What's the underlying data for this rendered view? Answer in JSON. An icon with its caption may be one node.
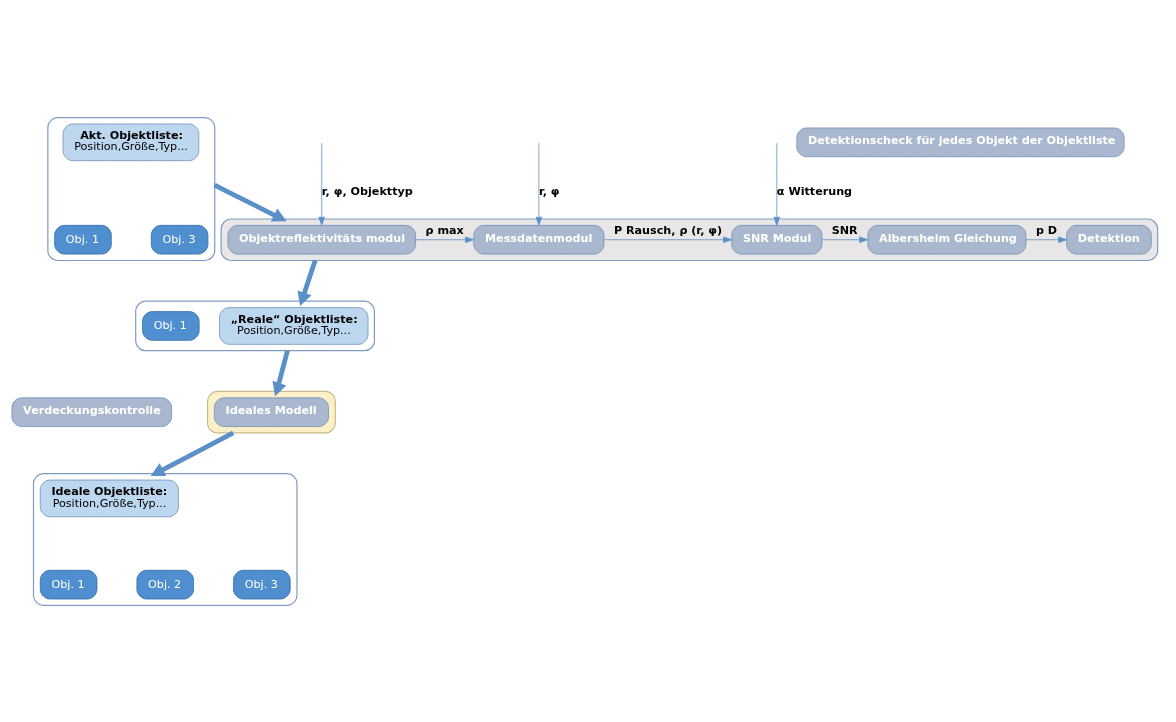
{
  "diagram": {
    "nodes": [
      {
        "text": [],
        "shape": "box"
      },
      {
        "text": [
          "Objektreflektivitäts modul"
        ],
        "in": 0
      },
      {
        "text": [
          "Messdatenmodul"
        ],
        "in": 0
      },
      {
        "text": [
          "SNR Modul"
        ],
        "in": 0
      },
      {
        "text": [
          "Albersheim Gleichung"
        ],
        "in": 0
      },
      {
        "text": [
          "Detektion"
        ],
        "in": 0
      },
      {
        "text": [
          "Detektionscheck für jedes Objekt der Objektliste"
        ]
      },
      {
        "text": [],
        "shape": "box"
      },
      {
        "text": [
          "Akt. Objektliste:",
          "Position,Größe,Typ..."
        ],
        "in": 7
      },
      {
        "text": [
          "Obj. 1"
        ],
        "in": 7
      },
      {
        "text": [
          "Obj. 3"
        ],
        "in": 7
      },
      {
        "text": [
          "Verdeckungskontrolle"
        ]
      },
      {
        "text": [],
        "shape": "box"
      },
      {
        "text": [
          "Ideale Objektliste:",
          "Position,Größe,Typ..."
        ],
        "in": 12
      },
      {
        "text": [
          "Obj. 1"
        ],
        "in": 12
      },
      {
        "text": [
          "Obj. 2"
        ],
        "in": 12
      },
      {
        "text": [
          "Obj. 3"
        ],
        "in": 12
      },
      {
        "text": [],
        "shape": "box"
      },
      {
        "text": [
          "Ideales Modell"
        ],
        "in": 17
      },
      {
        "text": [],
        "shape": "box"
      },
      {
        "text": [
          "„Reale“ Objektliste:",
          "Position,Größe,Typ..."
        ],
        "in": 19
      },
      {
        "text": [
          "Obj. 1"
        ],
        "in": 19
      }
    ],
    "edges": [
      {
        "from": 1,
        "to": 2,
        "arrow": "to",
        "label": "ρ max"
      },
      {
        "from": 2,
        "to": 3,
        "arrow": "to",
        "label": "P Rausch, ρ (r, φ)"
      },
      {
        "from": 3,
        "to": 4,
        "arrow": "to",
        "label": "SNR"
      },
      {
        "from": 4,
        "to": 5,
        "arrow": "to",
        "label": "p D"
      },
      {
        "from": null,
        "to": 1,
        "arrow": "to",
        "label": "r, φ, Objekttyp"
      },
      {
        "from": null,
        "to": 2,
        "arrow": "to",
        "label": "r, φ"
      },
      {
        "from": null,
        "to": 3,
        "arrow": "to",
        "label": "α Witterung"
      },
      {
        "from": 7,
        "to": 0,
        "arrow": "to",
        "style": "thick"
      },
      {
        "from": 0,
        "to": 19,
        "arrow": "to",
        "style": "thick"
      },
      {
        "from": 19,
        "to": 17,
        "arrow": "to",
        "style": "thick"
      },
      {
        "from": 17,
        "to": 12,
        "arrow": "to",
        "style": "thick"
      }
    ]
  }
}
